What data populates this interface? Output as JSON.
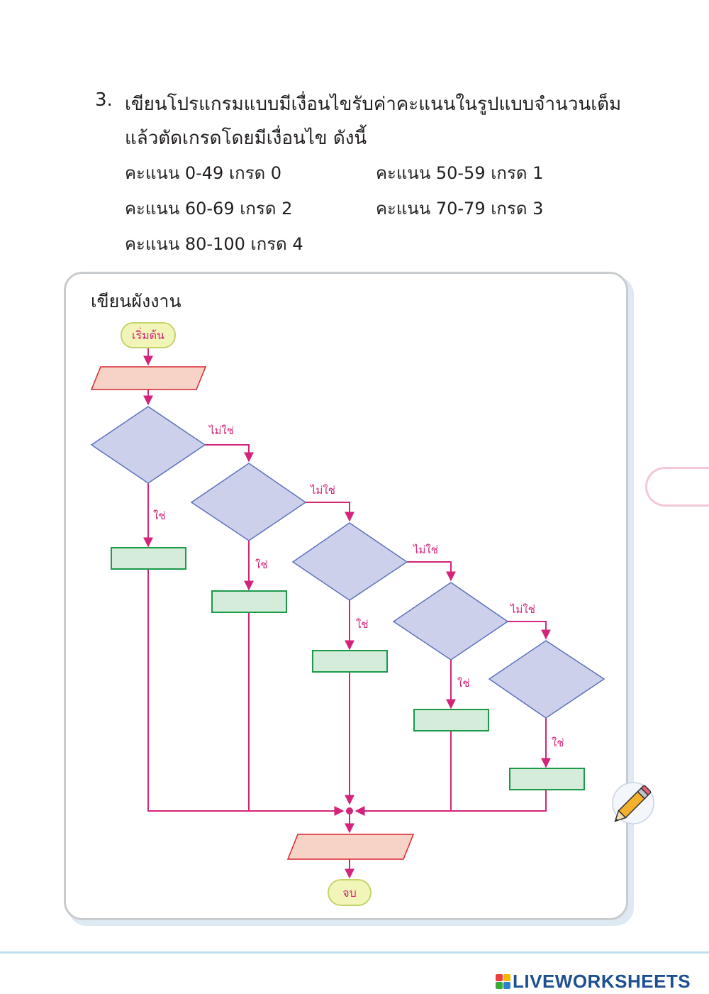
{
  "question": {
    "number": "3.",
    "line1": "เขียนโปรแกรมแบบมีเงื่อนไขรับค่าคะแนนในรูปแบบจำนวนเต็ม",
    "line2": "แล้วตัดเกรดโดยมีเงื่อนไข ดังนี้",
    "scores": [
      "คะแนน 0-49 เกรด 0",
      "คะแนน 50-59 เกรด 1",
      "คะแนน 60-69 เกรด 2",
      "คะแนน 70-79 เกรด 3",
      "คะแนน 80-100 เกรด 4"
    ]
  },
  "panel": {
    "title": "เขียนผังงาน"
  },
  "flowchart": {
    "start_label": "เริ่มต้น",
    "end_label": "จบ",
    "no_label": "ไม่ใช่",
    "yes_label": "ใช่",
    "decision_count": 5,
    "colors": {
      "terminal_fill": "#f2f5b8",
      "terminal_stroke": "#c5d46a",
      "terminal_text": "#d4247a",
      "io_fill": "#f6d3c6",
      "io_stroke": "#d9232e",
      "decision_fill": "#ccd0ea",
      "decision_stroke": "#5b73bd",
      "process_fill": "#d4ecd9",
      "process_stroke": "#1c9a4a",
      "arrow": "#d4247a"
    }
  },
  "brand": {
    "text": "LIVEWORKSHEETS",
    "icon_colors": [
      "#e83e3e",
      "#f7b500",
      "#3aaa35",
      "#2f7fd0"
    ]
  }
}
